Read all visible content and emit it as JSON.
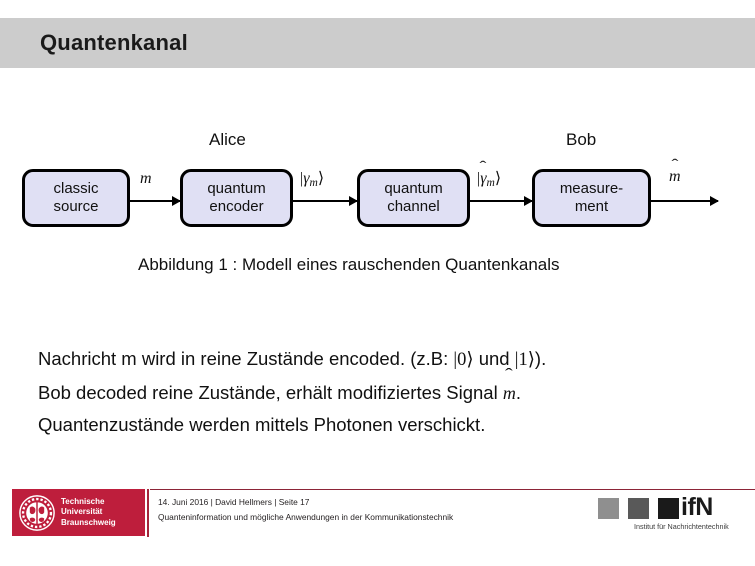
{
  "slide": {
    "title": "Quantenkanal",
    "header_color": "#cccccc"
  },
  "figure": {
    "actors": [
      {
        "name": "alice",
        "label": "Alice"
      },
      {
        "name": "bob",
        "label": "Bob"
      }
    ],
    "nodes": [
      {
        "name": "classic-source",
        "line1": "classic",
        "line2": "source"
      },
      {
        "name": "quantum-encoder",
        "line1": "quantum",
        "line2": "encoder"
      },
      {
        "name": "quantum-channel",
        "line1": "quantum",
        "line2": "channel"
      },
      {
        "name": "measurement",
        "line1": "measure-",
        "line2": "ment"
      }
    ],
    "node_fill": "#e0e0f4",
    "node_border": "#000000",
    "edge_labels": [
      {
        "name": "message-m",
        "text": "m"
      },
      {
        "name": "ket-gamma-m",
        "text": "|γₘ⟩"
      },
      {
        "name": "ket-gamma-m-hat",
        "text": "|γ̂ₘ⟩"
      },
      {
        "name": "m-hat",
        "text": "m̂"
      }
    ],
    "caption": "Abbildung 1 :  Modell eines rauschenden Quantenkanals"
  },
  "body": {
    "lines": [
      "Nachricht m wird in reine Zustände encoded. (z.B: |0⟩ und |1⟩).",
      "Bob decoded reine Zustände, erhält modifiziertes Signal m̂.",
      "Quantenzustände werden mittels Photonen verschickt."
    ],
    "line1_pre": "Nachricht m wird in reine Zustände encoded. (z.B: ",
    "line1_ket0": "|0⟩",
    "line1_mid": " und ",
    "line1_ket1": "|1⟩",
    "line1_post": ").",
    "line2_pre": "Bob decoded reine Zustände, erhält modifiziertes Signal ",
    "line2_post": ".",
    "line3": "Quantenzustände werden mittels Photonen verschickt."
  },
  "footer": {
    "date_author_page": "14. Juni 2016 | David Hellmers | Seite 17",
    "talk_title": "Quanteninformation und mögliche Anwendungen in der Kommunikationstechnik",
    "university": {
      "line1": "Technische",
      "line2": "Universität",
      "line3": "Braunschweig",
      "color": "#be1e3c"
    },
    "institute": {
      "wordmark": "ifN",
      "subtitle": "Institut für Nachrichtentechnik"
    },
    "rule_color": "#8c2437"
  }
}
